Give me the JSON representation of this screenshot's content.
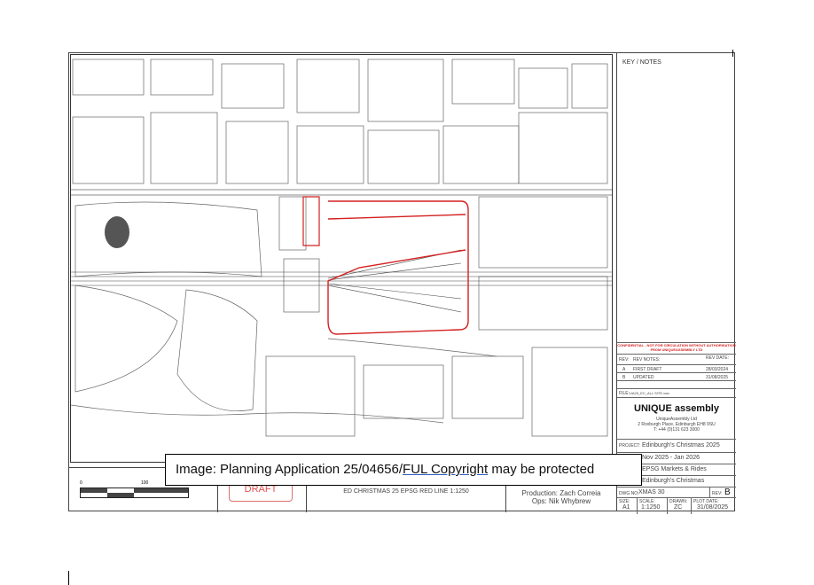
{
  "panel": {
    "key_notes": "KEY / NOTES",
    "confidential": "CONFIDENTIAL - NOT FOR CIRCULATION WITHOUT AUTHORISATION FROM UNIQUEASSEMBLY LTD",
    "rev_header": [
      "REV:",
      "REV NOTES:",
      "REV DATE:"
    ],
    "revisions": [
      {
        "rev": "A",
        "note": "FIRST DRAFT",
        "date": "28/03/2024"
      },
      {
        "rev": "B",
        "note": "UPDATED",
        "date": "31/08/2025"
      }
    ],
    "file_label": "FILE:",
    "file_value": "UA25_EC_ALL SITE.vwx",
    "logo": "UNIQUE assembly",
    "company": "UniqueAssembly Ltd",
    "address": "2 Roxburgh Place, Edinburgh EH8 9SU",
    "phone": "T: +44 (0)131 623 3000",
    "project_label": "PROJECT:",
    "project": "Edinburgh's Christmas 2025",
    "dates": "Nov 2025 - Jan 2026",
    "area": "EPSG Markets & Rides",
    "client": "Edinburgh's Christmas",
    "dwg_label": "DWG NO:",
    "dwg": "XMAS 30",
    "rev_label": "REV:",
    "rev": "B",
    "size_label": "SIZE:",
    "size": "A1",
    "scale_label": "SCALE:",
    "scale": "1:1250",
    "drawn_label": "DRAWN:",
    "drawn": "ZC",
    "plot_label": "PLOT DATE:",
    "plot": "31/08/2025"
  },
  "strip": {
    "scale_0": "0",
    "scale_100": "100",
    "draft": "DRAFT",
    "title": "ED CHRISTMAS 25 EPSG RED LINE 1:1250",
    "production": "Production: Zach Correia",
    "ops": "Ops: Nik Whybrew"
  },
  "caption": {
    "prefix": "Image: Planning Application 25/04656/",
    "link": "FUL  Copyright",
    "suffix": " may be protected"
  },
  "colors": {
    "red_line": "#d42020",
    "map_line": "#555555"
  }
}
